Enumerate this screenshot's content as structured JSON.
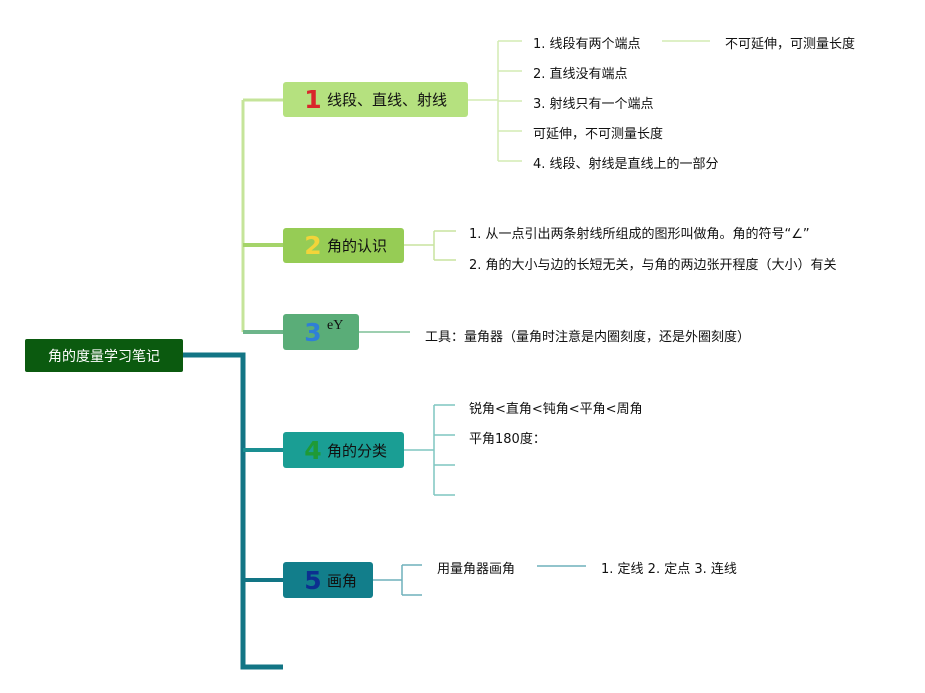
{
  "root": {
    "label": "角的度量学习笔记"
  },
  "topics": [
    {
      "num": "1",
      "label": "线段、直线、射线"
    },
    {
      "num": "2",
      "label": "角的认识"
    },
    {
      "num": "3",
      "label": "eY"
    },
    {
      "num": "4",
      "label": "角的分类"
    },
    {
      "num": "5",
      "label": "画角"
    }
  ],
  "topic1": {
    "items": [
      "1. 线段有两个端点",
      "2. 直线没有端点",
      "3. 射线只有一个端点",
      "可延伸，不可测量长度",
      "4. 线段、射线是直线上的一部分"
    ],
    "item1_detail": "不可延伸，可测量长度"
  },
  "topic2": {
    "items": [
      "1. 从一点引出两条射线所组成的图形叫做角。角的符号“∠”",
      "2. 角的大小与边的长短无关，与角的两边张开程度（大小）有关"
    ]
  },
  "topic3": {
    "items": [
      "工具：量角器（量角时注意是内圈刻度，还是外圈刻度）"
    ]
  },
  "topic4": {
    "items": [
      "锐角<直角<钝角<平角<周角",
      "平角180度："
    ]
  },
  "topic5": {
    "items": [
      "用量角器画角"
    ],
    "item1_detail": "1. 定线 2. 定点 3. 连线"
  },
  "colors": {
    "root": "#0b5a0f",
    "spine_upper": "#b9e08a",
    "spine_lower": "#127585",
    "topic1": "#b5e17f",
    "topic2": "#96cc55",
    "topic3": "#5aad78",
    "topic4": "#1a9e94",
    "topic5": "#127e8b"
  }
}
